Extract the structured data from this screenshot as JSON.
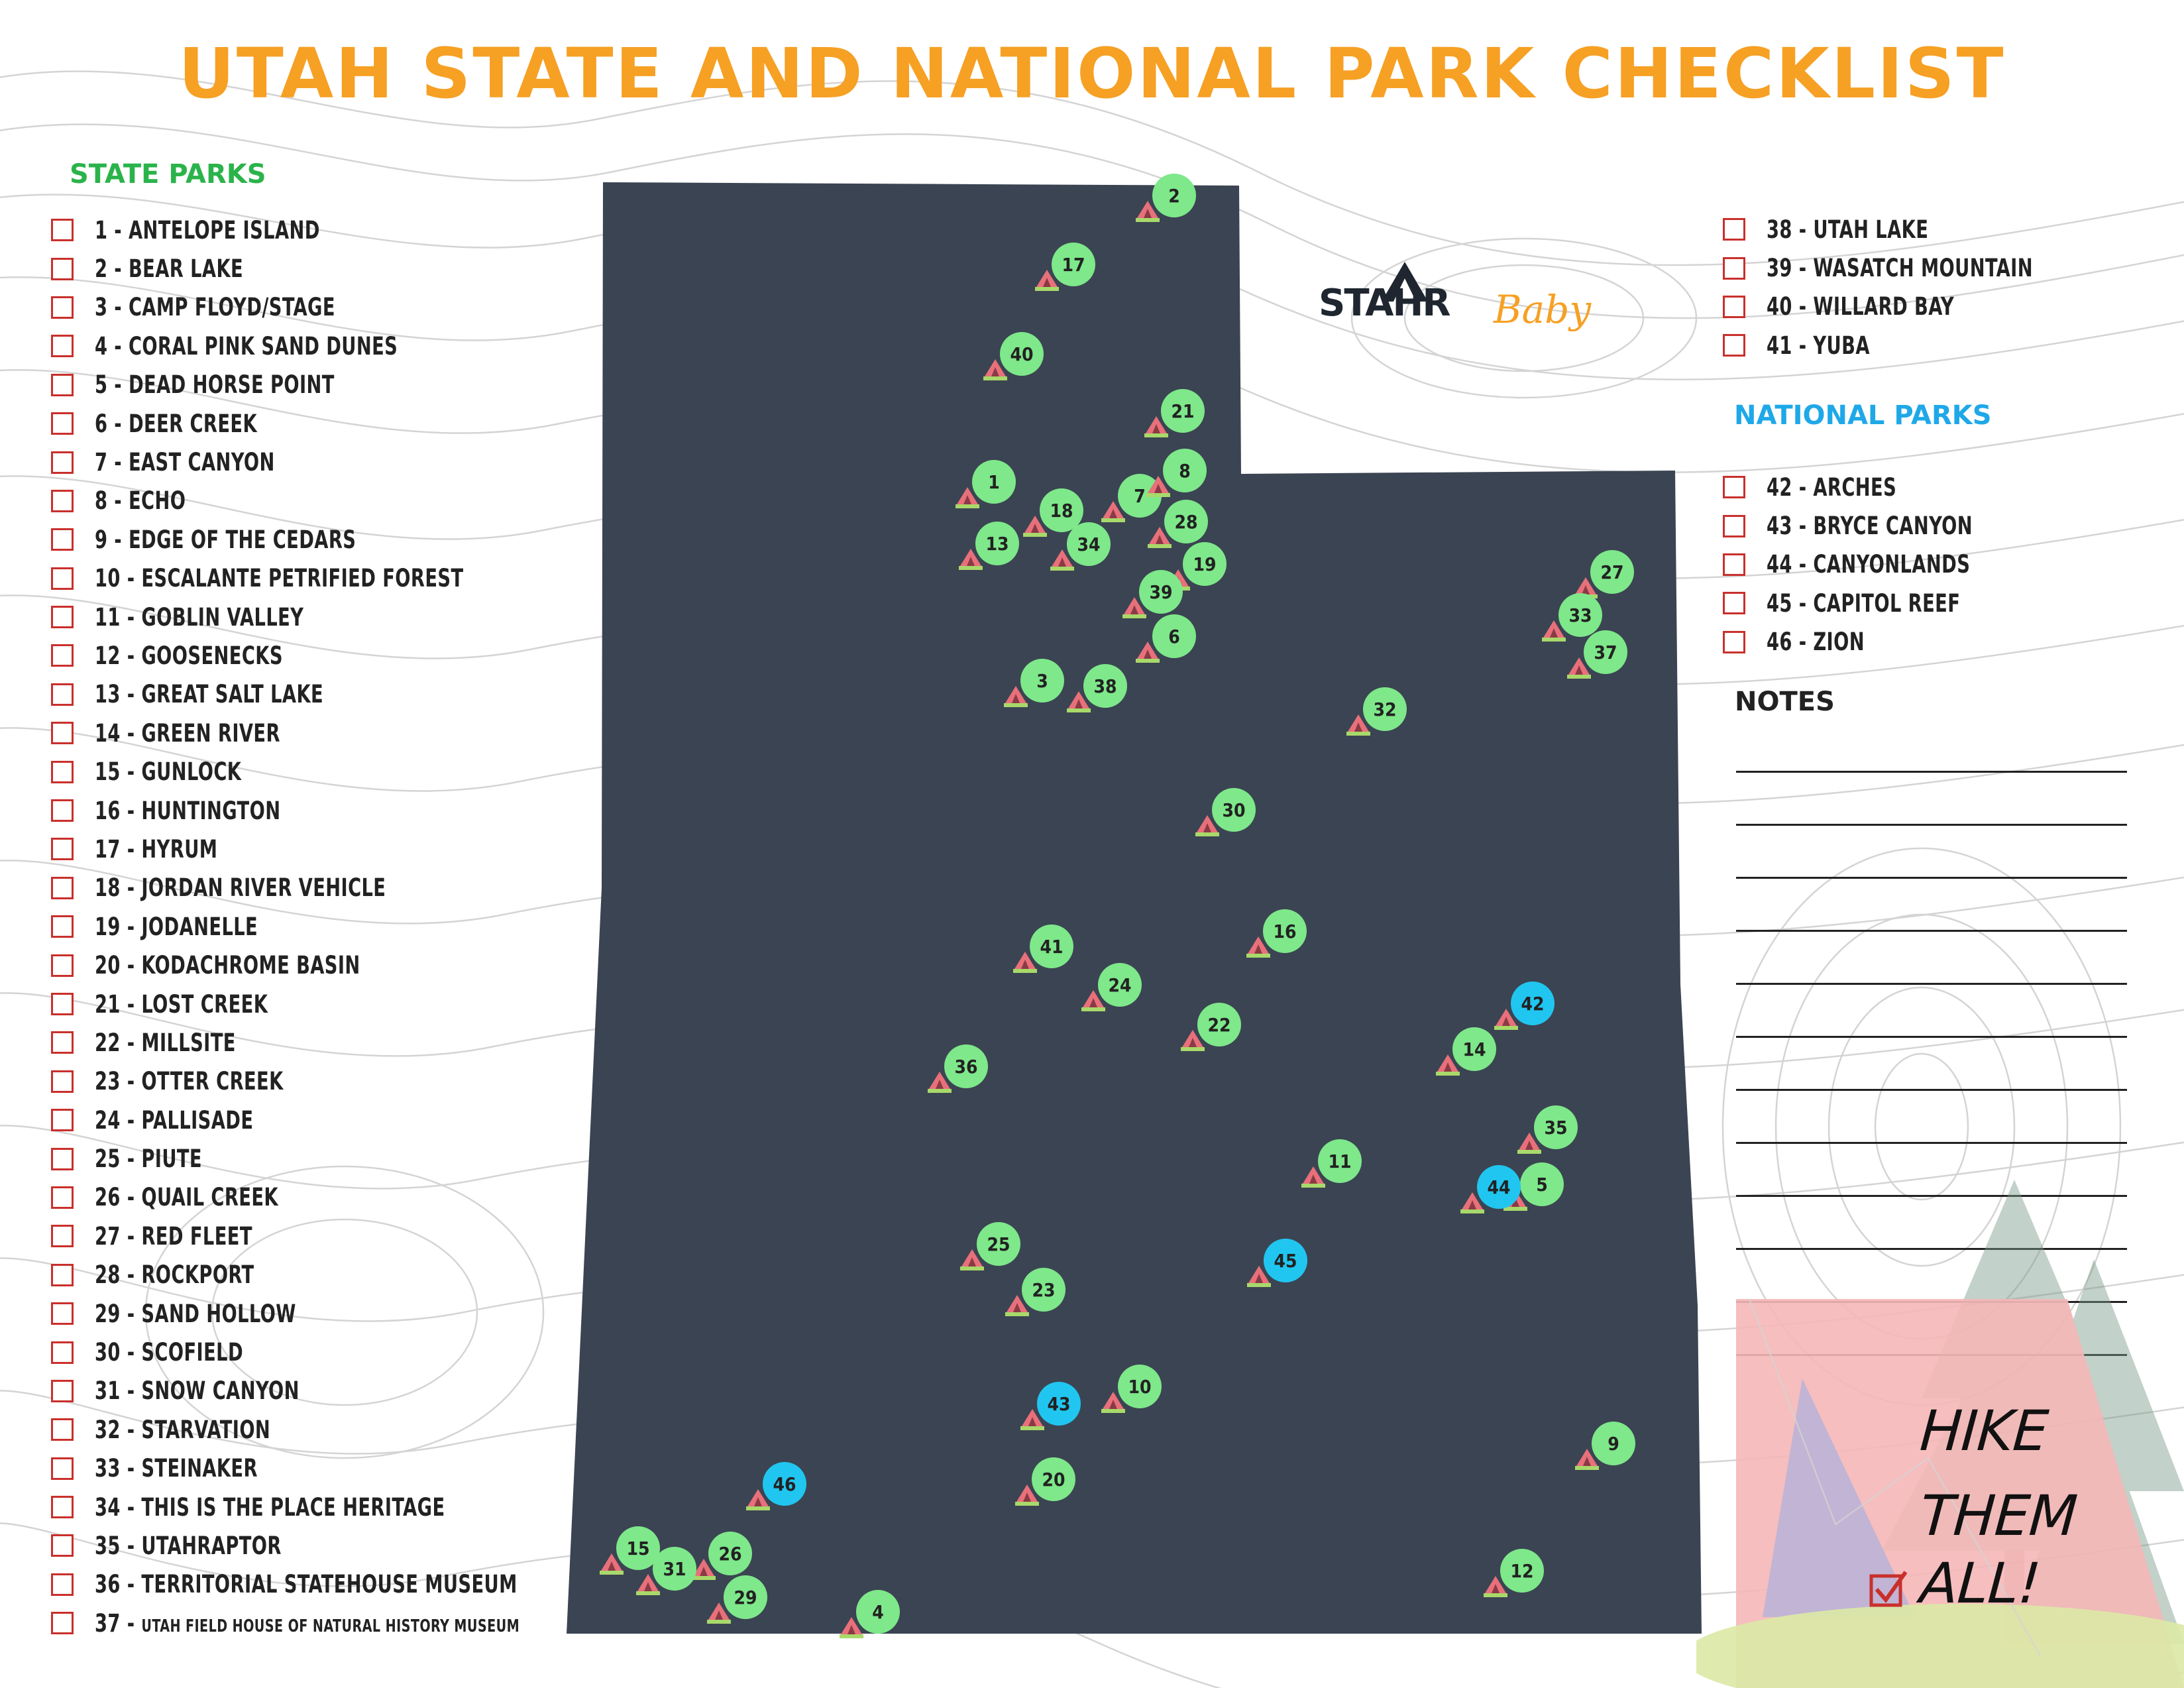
{
  "title": "UTAH STATE AND NATIONAL PARK CHECKLIST",
  "state_parks_heading": "STATE PARKS",
  "national_parks_heading": "NATIONAL PARKS",
  "notes_heading": "NOTES",
  "logo": {
    "brand": "STAHR",
    "sub": "Baby"
  },
  "slogan": [
    "HIKE",
    "THEM",
    "ALL!"
  ],
  "colors": {
    "title": "#f6a024",
    "state_heading": "#2bb34b",
    "national_heading": "#1fa8e8",
    "map_fill": "#3b4452",
    "state_marker": "#7ee88a",
    "national_marker": "#20c6f0",
    "checkbox": "#c9302c"
  },
  "state_parks_left": [
    "1 - ANTELOPE ISLAND",
    "2 - BEAR LAKE",
    "3 - CAMP FLOYD/STAGE",
    "4 - CORAL PINK SAND DUNES",
    "5 - DEAD HORSE POINT",
    "6 - DEER CREEK",
    "7 - EAST CANYON",
    "8 - ECHO",
    "9 - EDGE OF THE CEDARS",
    "10 - ESCALANTE PETRIFIED FOREST",
    "11 - GOBLIN VALLEY",
    "12 - GOOSENECKS",
    "13 - GREAT SALT LAKE",
    "14 - GREEN RIVER",
    "15 - GUNLOCK",
    "16 - HUNTINGTON",
    "17 - HYRUM",
    "18 - JORDAN RIVER VEHICLE",
    "19 - JODANELLE",
    "20 - KODACHROME BASIN",
    "21 - LOST CREEK",
    "22 - MILLSITE",
    "23 - OTTER CREEK",
    "24 - PALLISADE",
    "25 - PIUTE",
    "26 - QUAIL CREEK",
    "27 - RED FLEET",
    "28 - ROCKPORT",
    "29 - SAND HOLLOW",
    "30 - SCOFIELD",
    "31 - SNOW CANYON",
    "32 - STARVATION",
    "33 - STEINAKER",
    "34 - THIS IS THE PLACE HERITAGE",
    "35 - UTAHRAPTOR",
    "36 - TERRITORIAL STATEHOUSE MUSEUM"
  ],
  "state_park_37": {
    "prefix": "37 - ",
    "name": "UTAH FIELD HOUSE OF NATURAL HISTORY MUSEUM"
  },
  "state_parks_right": [
    "38 - UTAH LAKE",
    "39 - WASATCH MOUNTAIN",
    "40 - WILLARD BAY",
    "41 - YUBA"
  ],
  "national_parks": [
    "42 - ARCHES",
    "43 - BRYCE CANYON",
    "44 - CANYONLANDS",
    "45 - CAPITOL REEF",
    "46 - ZION"
  ],
  "map_markers": [
    {
      "n": "1",
      "kind": "state"
    },
    {
      "n": "2",
      "kind": "state"
    },
    {
      "n": "3",
      "kind": "state"
    },
    {
      "n": "4",
      "kind": "state"
    },
    {
      "n": "5",
      "kind": "state"
    },
    {
      "n": "6",
      "kind": "state"
    },
    {
      "n": "7",
      "kind": "state"
    },
    {
      "n": "8",
      "kind": "state"
    },
    {
      "n": "9",
      "kind": "state"
    },
    {
      "n": "10",
      "kind": "state"
    },
    {
      "n": "11",
      "kind": "state"
    },
    {
      "n": "12",
      "kind": "state"
    },
    {
      "n": "13",
      "kind": "state"
    },
    {
      "n": "14",
      "kind": "state"
    },
    {
      "n": "15",
      "kind": "state"
    },
    {
      "n": "16",
      "kind": "state"
    },
    {
      "n": "17",
      "kind": "state"
    },
    {
      "n": "18",
      "kind": "state"
    },
    {
      "n": "19",
      "kind": "state"
    },
    {
      "n": "20",
      "kind": "state"
    },
    {
      "n": "21",
      "kind": "state"
    },
    {
      "n": "22",
      "kind": "state"
    },
    {
      "n": "23",
      "kind": "state"
    },
    {
      "n": "24",
      "kind": "state"
    },
    {
      "n": "25",
      "kind": "state"
    },
    {
      "n": "26",
      "kind": "state"
    },
    {
      "n": "27",
      "kind": "state"
    },
    {
      "n": "28",
      "kind": "state"
    },
    {
      "n": "29",
      "kind": "state"
    },
    {
      "n": "30",
      "kind": "state"
    },
    {
      "n": "31",
      "kind": "state"
    },
    {
      "n": "32",
      "kind": "state"
    },
    {
      "n": "33",
      "kind": "state"
    },
    {
      "n": "34",
      "kind": "state"
    },
    {
      "n": "35",
      "kind": "state"
    },
    {
      "n": "36",
      "kind": "state"
    },
    {
      "n": "37",
      "kind": "state"
    },
    {
      "n": "38",
      "kind": "state"
    },
    {
      "n": "39",
      "kind": "state"
    },
    {
      "n": "40",
      "kind": "state"
    },
    {
      "n": "41",
      "kind": "state"
    },
    {
      "n": "42",
      "kind": "national"
    },
    {
      "n": "43",
      "kind": "national"
    },
    {
      "n": "44",
      "kind": "national"
    },
    {
      "n": "45",
      "kind": "national"
    },
    {
      "n": "46",
      "kind": "national"
    }
  ]
}
